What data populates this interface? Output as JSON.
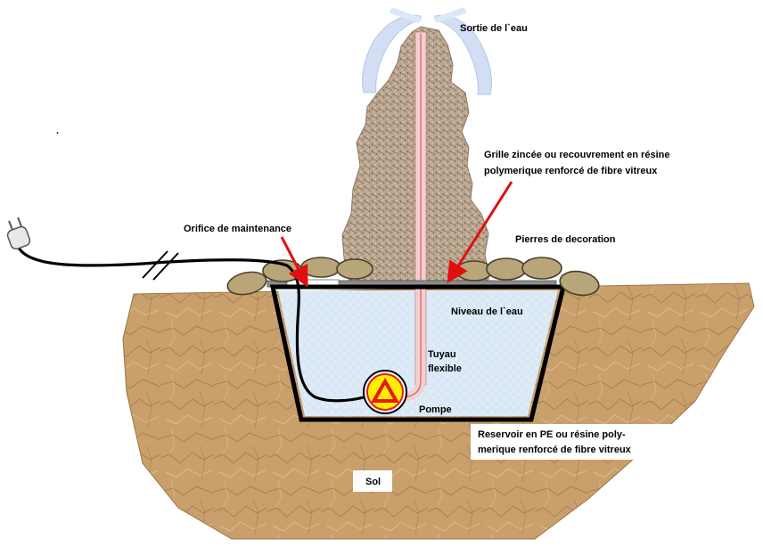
{
  "labels": {
    "water_outlet": "Sortie de l`eau",
    "grille_line1": "Grille zincée ou  recouvrement en résine",
    "grille_line2": "polymerique  renforcé de fibre vitreux",
    "maintenance": "Orifice de maintenance",
    "stones": "Pierres  de decoration",
    "water_level": "Niveau de l`eau",
    "hose_line1": "Tuyau",
    "hose_line2": "flexible",
    "pump": "Pompe",
    "reservoir_line1": "Reservoir en PE ou résine poly-",
    "reservoir_line2": "merique  renforcé de fibre vitreux",
    "soil": "Sol",
    "stray_dot": "."
  },
  "colors": {
    "soil": "#c9a06b",
    "soil_dark": "#8a6638",
    "water": "#dbe9f7",
    "rock": "#b9a48e",
    "stone": "#b8a67a",
    "arrow": "#e01010",
    "pump_fill": "#ffee00",
    "pump_ring": "#e81818",
    "tank_wall": "#000000",
    "grille": "#8c8c8c",
    "hose": "#f4cfcf"
  },
  "icons": {
    "pump": "warning-triangle-icon",
    "plug": "power-plug-icon"
  }
}
